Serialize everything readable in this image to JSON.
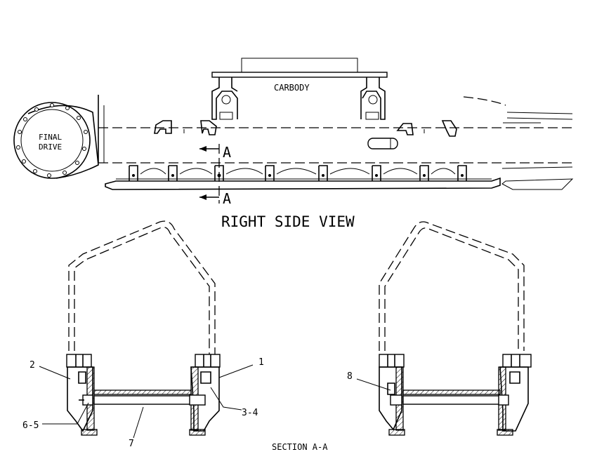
{
  "labels": {
    "carbody": "CARBODY",
    "final_drive_line1": "FINAL",
    "final_drive_line2": "DRIVE",
    "section_marker_top": "A",
    "section_marker_bottom": "A",
    "view_title": "RIGHT SIDE VIEW",
    "section_title": "SECTION A-A"
  },
  "callouts": {
    "c1": "1",
    "c2": "2",
    "c3_4": "3-4",
    "c6_5": "6-5",
    "c7": "7",
    "c8": "8"
  }
}
